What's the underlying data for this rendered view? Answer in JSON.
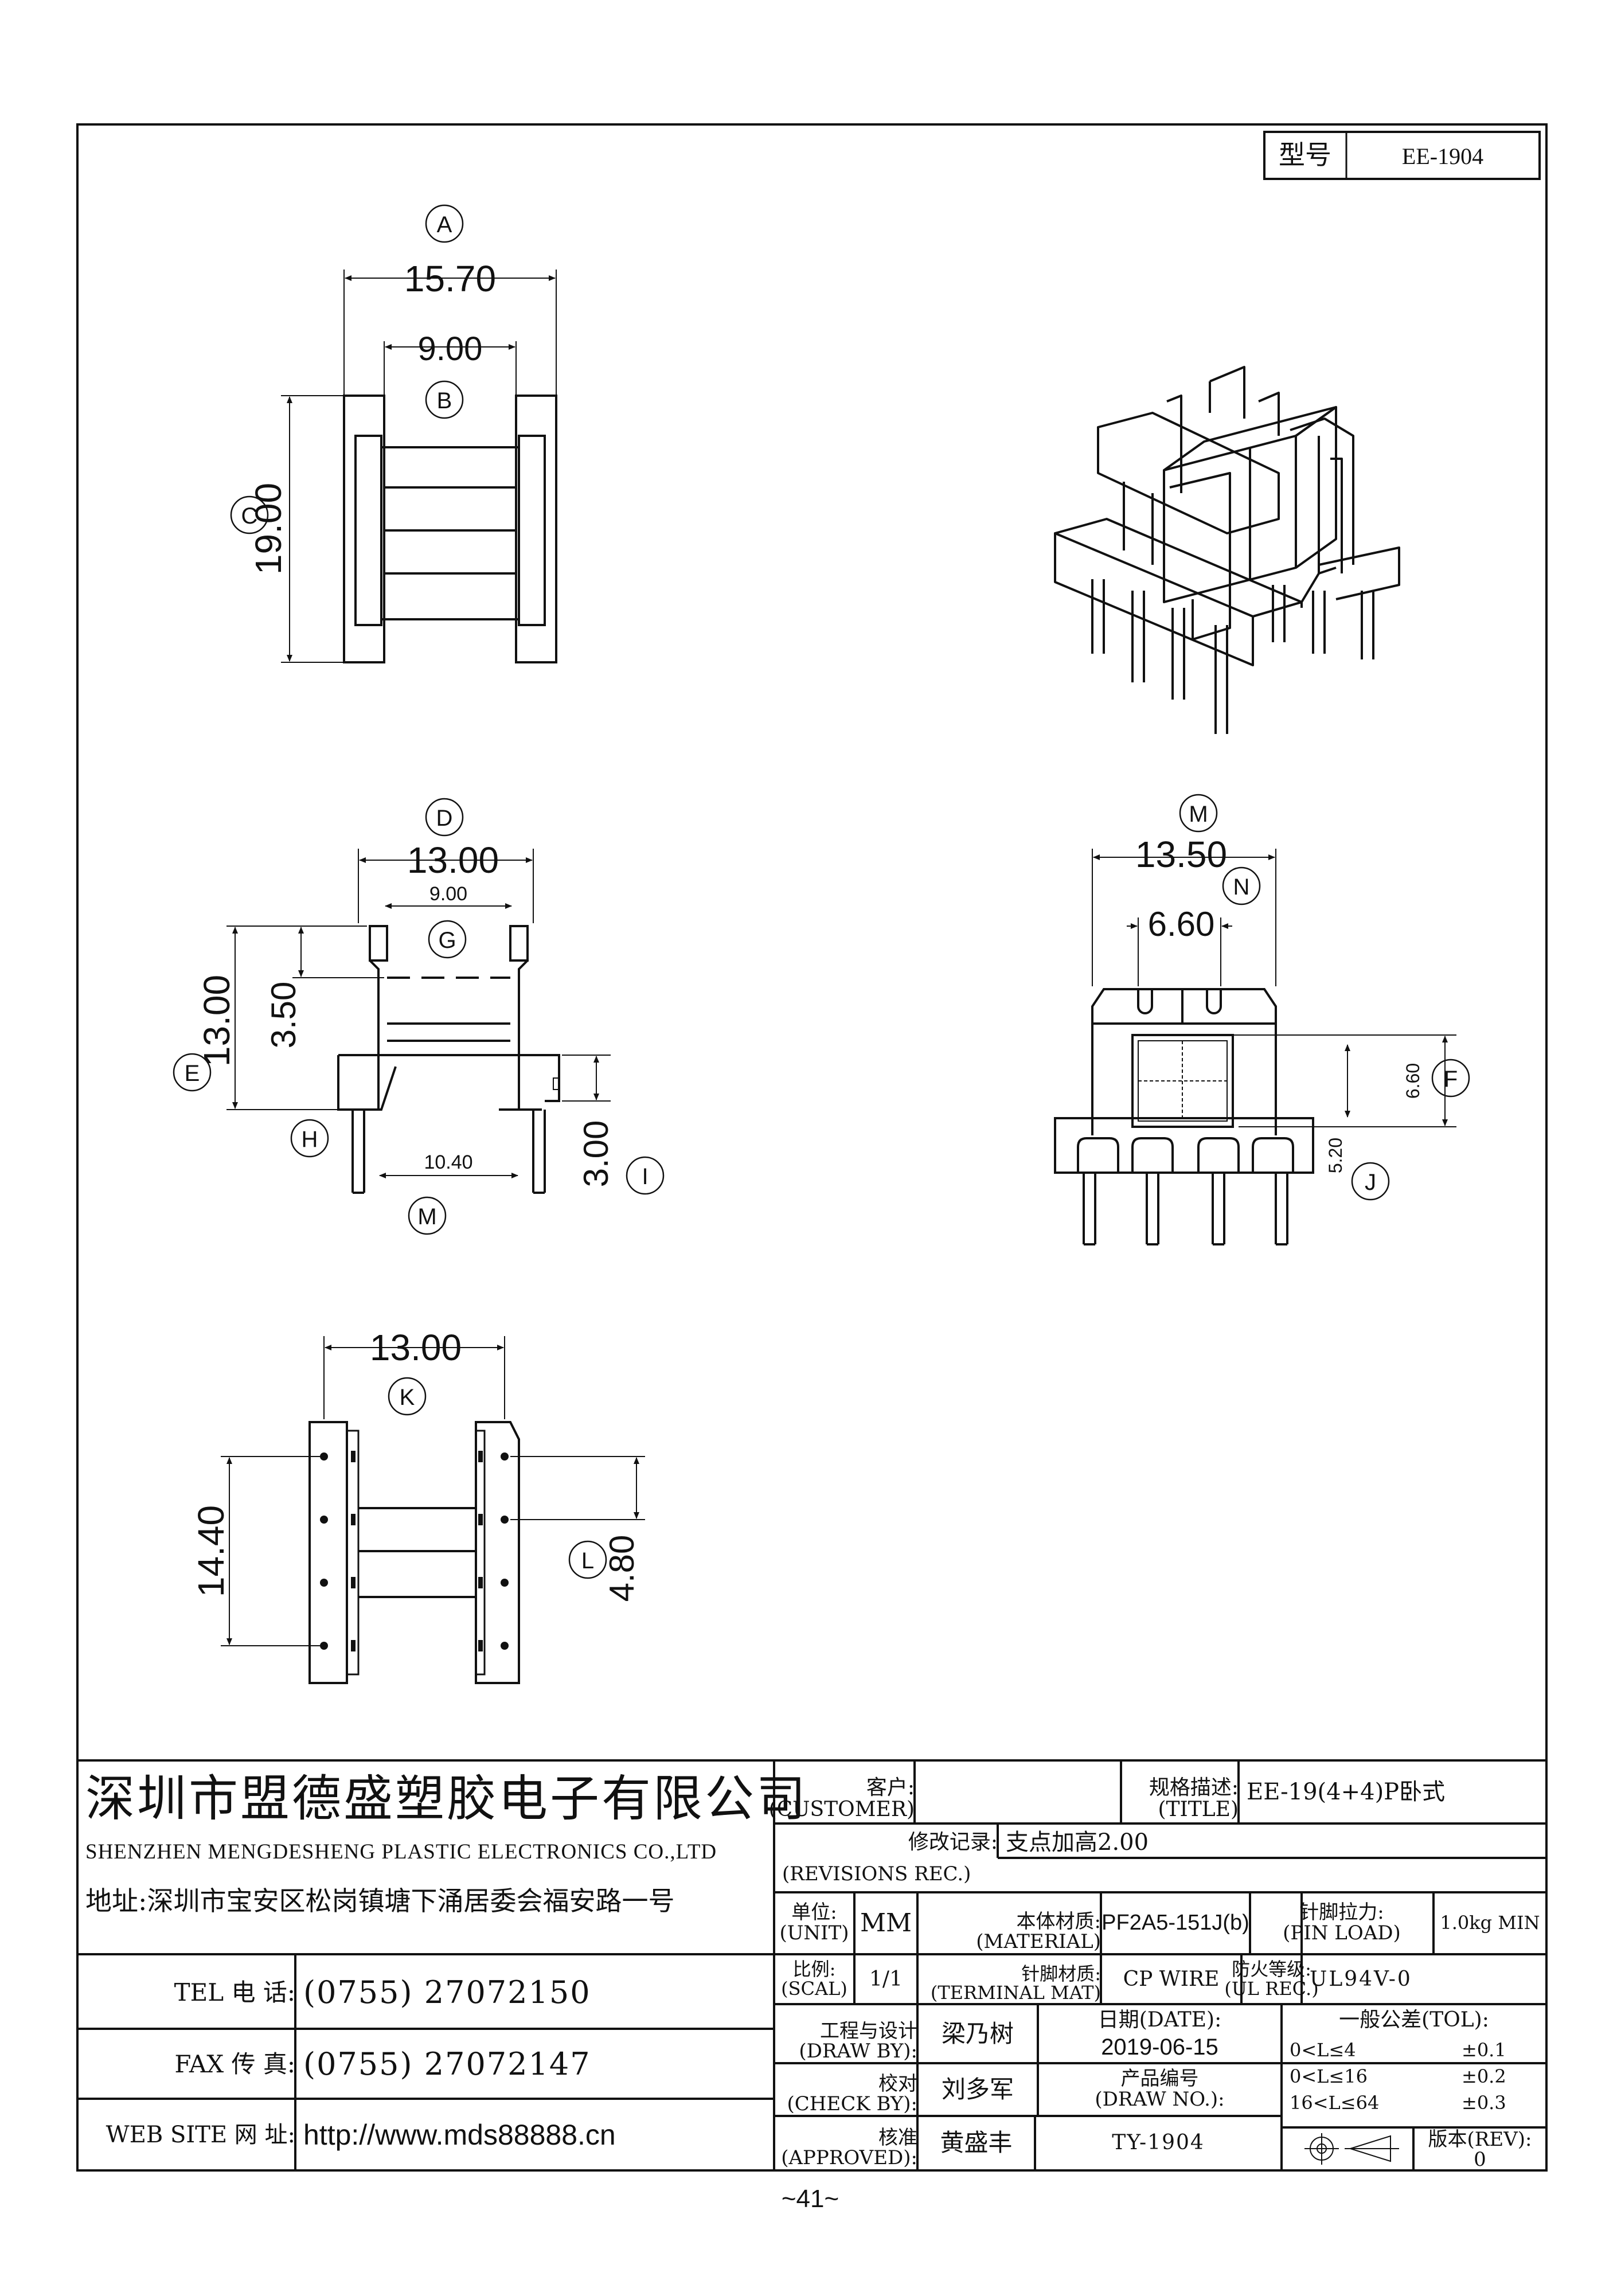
{
  "model_box": {
    "label": "型号",
    "value": "EE-1904"
  },
  "views": {
    "top": {
      "dim_width": "15.70",
      "dim_inner": "9.00",
      "dim_height": "19.00",
      "tag_width": "A",
      "tag_inner": "B",
      "tag_height": "C"
    },
    "side": {
      "dim_width": "13.00",
      "dim_inner": "9.00",
      "dim_height": "13.00",
      "dim_shoulder": "3.50",
      "dim_pin": "3.00",
      "dim_pitch": "10.40",
      "tag_width": "D",
      "tag_inner": "G",
      "tag_height": "E",
      "tag_base": "H",
      "tag_pin": "I",
      "tag_pitch": "M"
    },
    "front": {
      "dim_width": "13.50",
      "dim_slot": "6.60",
      "dim_window": "6.60",
      "dim_base": "5.20",
      "tag_width": "M",
      "tag_slot": "N",
      "tag_window": "F",
      "tag_base": "J"
    },
    "bottom": {
      "dim_width": "13.00",
      "dim_length": "14.40",
      "dim_pitch": "4.80",
      "tag_width": "K",
      "tag_pitch": "L"
    }
  },
  "company": {
    "name_cn": "深圳市盟德盛塑胶电子有限公司",
    "name_en": "SHENZHEN MENGDESHENG PLASTIC ELECTRONICS CO.,LTD",
    "address": "地址:深圳市宝安区松岗镇塘下涌居委会福安路一号",
    "tel_label": "TEL 电 话:",
    "tel": "(0755) 27072150",
    "fax_label": "FAX 传 真:",
    "fax": "(0755) 27072147",
    "web_label": "WEB SITE 网 址:",
    "web": "http://www.mds88888.cn"
  },
  "title_block": {
    "customer_cn": "客户:",
    "customer_en": "(CUSTOMER)",
    "customer": "",
    "title_cn": "规格描述:",
    "title_en": "(TITLE)",
    "title": "EE-19(4+4)P卧式",
    "rev_rec_cn": "修改记录:",
    "rev_rec_en": "(REVISIONS REC.)",
    "rev_rec": "支点加高2.00",
    "unit_cn": "单位:",
    "unit_en": "(UNIT)",
    "unit": "MM",
    "material_cn": "本体材质:",
    "material_en": "(MATERIAL)",
    "material": "PF2A5-151J(b)",
    "pin_load_cn": "针脚拉力:",
    "pin_load_en": "(PIN LOAD)",
    "pin_load": "1.0kg MIN",
    "scale_cn": "比例:",
    "scale_en": "(SCAL)",
    "scale": "1/1",
    "terminal_cn": "针脚材质:",
    "terminal_en": "(TERMINAL MAT)",
    "terminal": "CP WIRE",
    "ul_cn": "防火等级:",
    "ul_en": "(UL REC.)",
    "ul": "UL94V-0",
    "draw_cn": "工程与设计",
    "draw_en": "(DRAW BY):",
    "draw": "梁乃树",
    "date_cn": "日期(DATE):",
    "date": "2019-06-15",
    "tol_title": "一般公差(TOL):",
    "tol_rows": [
      {
        "range": "0<L≤4",
        "value": "±0.1"
      },
      {
        "range": "0<L≤16",
        "value": "±0.2"
      },
      {
        "range": "16<L≤64",
        "value": "±0.3"
      }
    ],
    "check_cn": "校对",
    "check_en": "(CHECK BY):",
    "check": "刘多军",
    "drawno_cn": "产品编号",
    "drawno_en": "(DRAW NO.):",
    "drawno": "TY-1904",
    "approved_cn": "核准",
    "approved_en": "(APPROVED):",
    "approved": "黄盛丰",
    "rev_cn": "版本(REV):",
    "rev": "0"
  },
  "page_number": "~41~"
}
